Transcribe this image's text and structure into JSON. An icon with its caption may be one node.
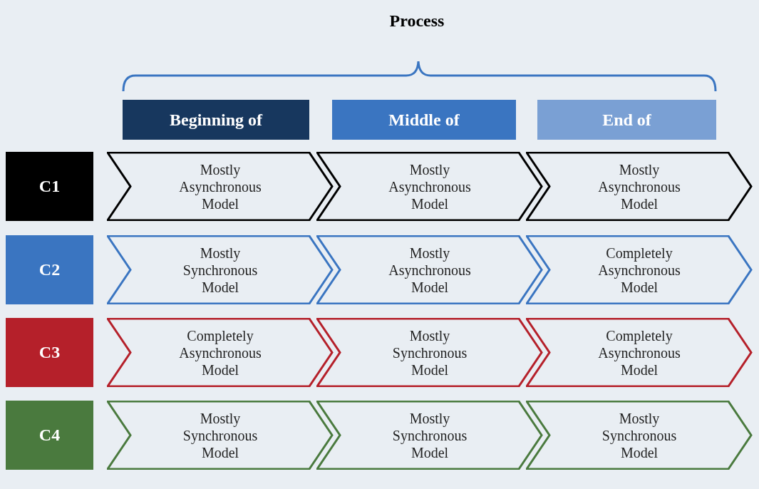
{
  "diagram": {
    "title": "Process",
    "nodes": [
      {
        "text": [
          "Beginning of"
        ]
      },
      {
        "text": [
          "Middle of"
        ]
      },
      {
        "text": [
          "End of"
        ]
      },
      {
        "text": [
          "C1"
        ]
      },
      {
        "text": [
          "Mostly Asynchronous Model"
        ]
      },
      {
        "text": [
          "Mostly Asynchronous Model"
        ]
      },
      {
        "text": [
          "Mostly Asynchronous Model"
        ]
      },
      {
        "text": [
          "C2"
        ]
      },
      {
        "text": [
          "Mostly Synchronous Model"
        ]
      },
      {
        "text": [
          "Mostly Asynchronous Model"
        ]
      },
      {
        "text": [
          "Completely Asynchronous Model"
        ]
      },
      {
        "text": [
          "C3"
        ]
      },
      {
        "text": [
          "Completely Asynchronous Model"
        ]
      },
      {
        "text": [
          "Mostly Synchronous Model"
        ]
      },
      {
        "text": [
          "Completely Asynchronous Model"
        ]
      },
      {
        "text": [
          "C4"
        ]
      },
      {
        "text": [
          "Mostly Synchronous Model"
        ]
      },
      {
        "text": [
          "Mostly Synchronous Model"
        ]
      },
      {
        "text": [
          "Mostly Synchronous Model"
        ]
      }
    ],
    "edges": []
  }
}
